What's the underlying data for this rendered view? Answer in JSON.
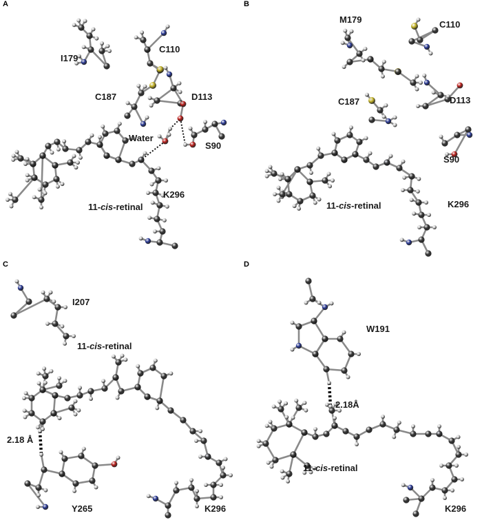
{
  "panels": {
    "A": {
      "letter": "A",
      "residue_labels": [
        "I179",
        "C110",
        "C187",
        "D113",
        "Water",
        "S90",
        "K296"
      ],
      "retinal_label": {
        "prefix": "11-",
        "italic": "cis",
        "suffix": "-retinal"
      }
    },
    "B": {
      "letter": "B",
      "residue_labels": [
        "M179",
        "C110",
        "C187",
        "D113",
        "S90",
        "K296"
      ],
      "retinal_label": {
        "prefix": "11-",
        "italic": "cis",
        "suffix": "-retinal"
      }
    },
    "C": {
      "letter": "C",
      "residue_labels": [
        "I207",
        "Y265",
        "K296"
      ],
      "retinal_label": {
        "prefix": "11-",
        "italic": "cis",
        "suffix": "-retinal"
      },
      "distance_label": "2.18 Å"
    },
    "D": {
      "letter": "D",
      "residue_labels": [
        "W191",
        "K296"
      ],
      "retinal_label": {
        "prefix": "11-",
        "italic": "cis",
        "suffix": "-retinal"
      },
      "distance_label": "2.18Å"
    }
  },
  "atom_colors": {
    "carbon": "#3a3a3a",
    "hydrogen": "#cfcfcf",
    "nitrogen": "#2c3c9a",
    "oxygen": "#c0201c",
    "sulfur": "#c9b82a"
  }
}
